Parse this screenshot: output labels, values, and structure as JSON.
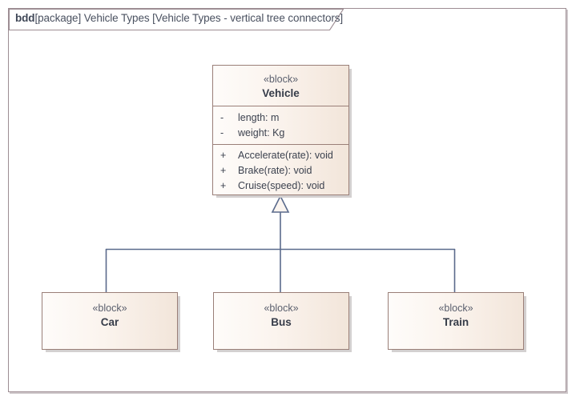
{
  "diagram": {
    "frame_label": {
      "kind": "bdd",
      "rest": "[package] Vehicle Types [Vehicle Types - vertical tree connectors]",
      "full": "bdd[package] Vehicle Types [Vehicle Types - vertical tree connectors]"
    },
    "colors": {
      "frame_border": "#9d8d93",
      "block_border": "#9a7f78",
      "block_fill_light": "#fefcfa",
      "block_fill_dark": "#f2e5da",
      "connector": "#5a6a8c",
      "text": "#3c424f",
      "stereotype_text": "#5a5f6d",
      "shadow": "#d3d0d0"
    },
    "connector_style": "vertical tree connectors",
    "relationship": "generalization"
  },
  "blocks": {
    "vehicle": {
      "stereotype": "«block»",
      "name": "Vehicle",
      "attributes": [
        {
          "visibility": "-",
          "text": "length: m"
        },
        {
          "visibility": "-",
          "text": "weight: Kg"
        }
      ],
      "operations": [
        {
          "visibility": "+",
          "text": "Accelerate(rate): void"
        },
        {
          "visibility": "+",
          "text": "Brake(rate): void"
        },
        {
          "visibility": "+",
          "text": "Cruise(speed): void"
        }
      ]
    },
    "car": {
      "stereotype": "«block»",
      "name": "Car"
    },
    "bus": {
      "stereotype": "«block»",
      "name": "Bus"
    },
    "train": {
      "stereotype": "«block»",
      "name": "Train"
    }
  }
}
